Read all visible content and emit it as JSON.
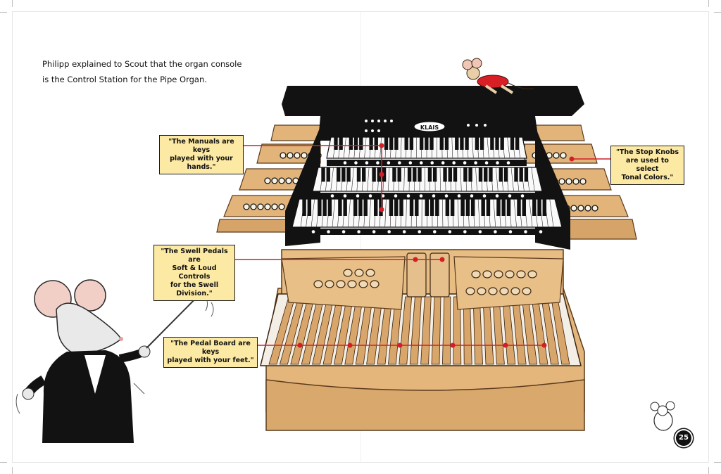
{
  "narration": {
    "line1": "Philipp explained to Scout that the organ console",
    "line2": "is the Control Station for the Pipe Organ."
  },
  "console_logo": "KLAIS",
  "callouts": {
    "manuals": {
      "line1": "\"The Manuals are keys",
      "line2": "played with your hands.\""
    },
    "stop_knobs": {
      "line1": "\"The Stop Knobs",
      "line2": "are used to select",
      "line3": "Tonal Colors.\""
    },
    "swell_pedals": {
      "line1": "\"The Swell Pedals are",
      "line2": "Soft & Loud Controls",
      "line3": "for the Swell Division.\""
    },
    "pedal_board": {
      "line1": "\"The Pedal Board are keys",
      "line2": "played with your feet.\""
    }
  },
  "page_number": "25",
  "colors": {
    "callout_fill": "#fce9a3",
    "leader_line": "#d21f26",
    "wood": "#e2b47a",
    "wood_dark": "#b9824a",
    "console_black": "#111111"
  }
}
